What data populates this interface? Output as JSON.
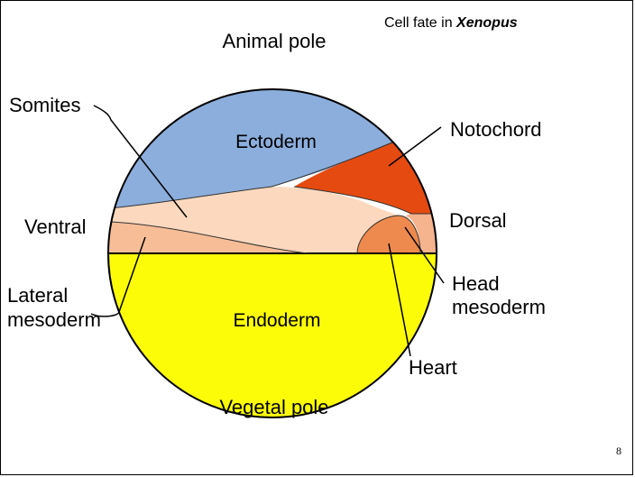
{
  "title": {
    "prefix": "Cell fate in ",
    "emphasis": "Xenopus"
  },
  "page_number": "8",
  "labels": {
    "animal_pole": "Animal pole",
    "vegetal_pole": "Vegetal pole",
    "ectoderm": "Ectoderm",
    "endoderm": "Endoderm",
    "somites": "Somites",
    "notochord": "Notochord",
    "ventral": "Ventral",
    "dorsal": "Dorsal",
    "lateral_mesoderm_line1": "Lateral",
    "lateral_mesoderm_line2": "mesoderm",
    "head_mesoderm_line1": "Head",
    "head_mesoderm_line2": "mesoderm",
    "heart": "Heart"
  },
  "colors": {
    "ectoderm": "#8caedc",
    "notochord": "#e54b10",
    "somites": "#fcd9be",
    "lateral_mesoderm": "#f7bd97",
    "head_mesoderm": "#f5b38e",
    "heart": "#ee8a4d",
    "endoderm": "#fcfc09"
  }
}
